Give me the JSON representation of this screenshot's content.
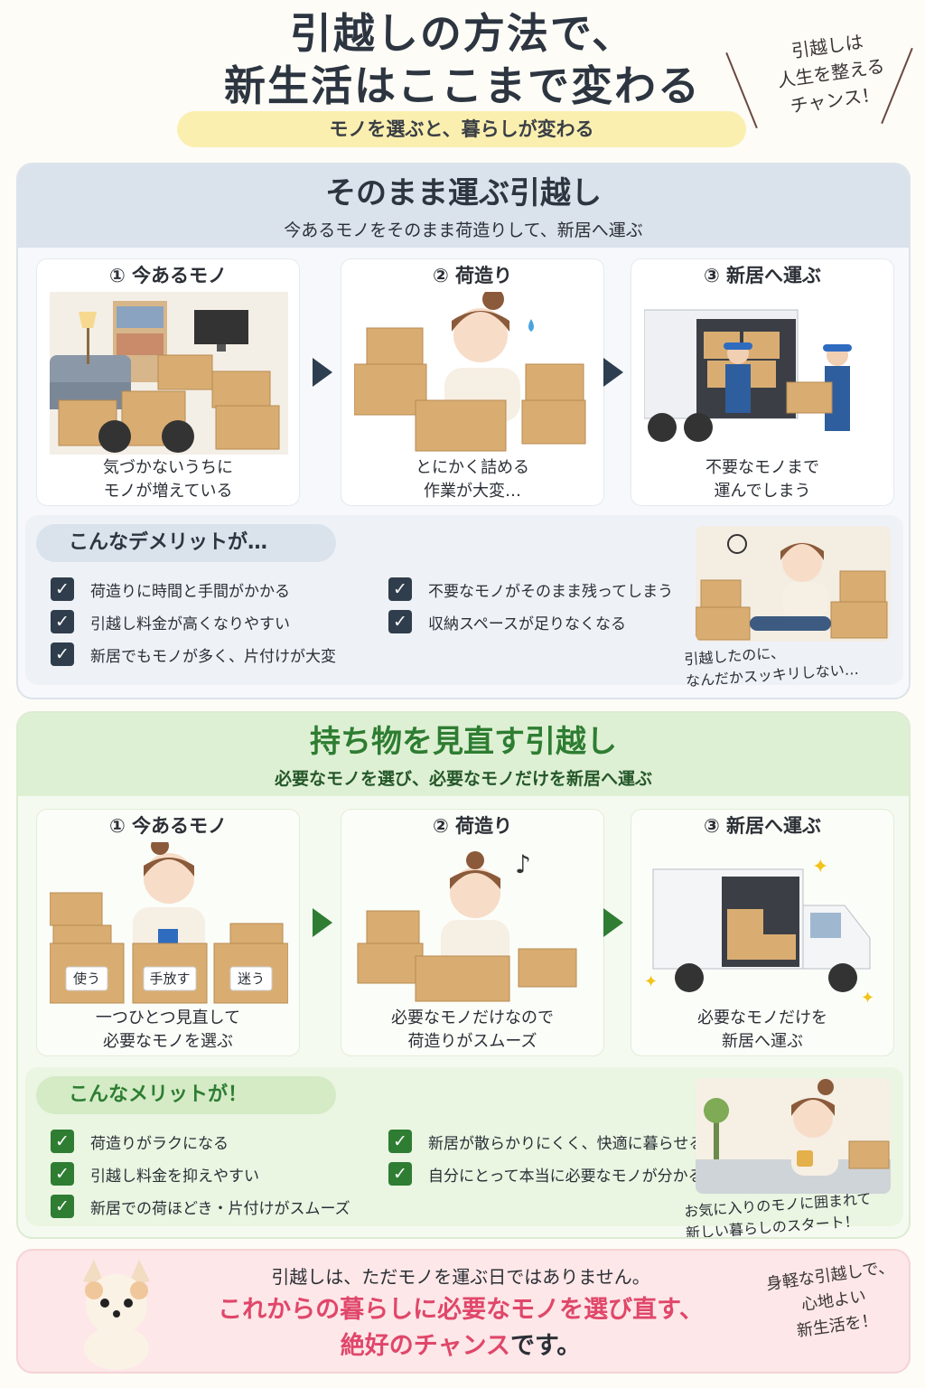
{
  "header": {
    "title_line1": "引越しの方法で、",
    "title_line2": "新生活はここまで変わる",
    "subtitle": "モノを選ぶと、暮らしが変わる",
    "note_line1": "引越しは",
    "note_line2": "人生を整える",
    "note_line3": "チャンス！"
  },
  "section1": {
    "title": "そのまま運ぶ引越し",
    "desc": "今あるモノをそのまま荷造りして、新居へ運ぶ",
    "steps": [
      {
        "title": "① 今あるモノ",
        "caption1": "気づかないうちに",
        "caption2": "モノが増えている"
      },
      {
        "title": "② 荷造り",
        "caption1": "とにかく詰める",
        "caption2": "作業が大変…"
      },
      {
        "title": "③ 新居へ運ぶ",
        "caption1": "不要なモノまで",
        "caption2": "運んでしまう"
      }
    ],
    "panel_label": "こんなデメリットが…",
    "checks_left": [
      "荷造りに時間と手間がかかる",
      "引越し料金が高くなりやすい",
      "新居でもモノが多く、片付けが大変"
    ],
    "checks_right": [
      "不要なモノがそのまま残ってしまう",
      "収納スペースが足りなくなる"
    ],
    "panel_caption1": "引越したのに、",
    "panel_caption2": "なんだかスッキリしない…"
  },
  "section2": {
    "title": "持ち物を見直す引越し",
    "desc": "必要なモノを選び、必要なモノだけを新居へ運ぶ",
    "steps": [
      {
        "title": "① 今あるモノ",
        "caption1": "一つひとつ見直して",
        "caption2": "必要なモノを選ぶ"
      },
      {
        "title": "② 荷造り",
        "caption1": "必要なモノだけなので",
        "caption2": "荷造りがスムーズ"
      },
      {
        "title": "③ 新居へ運ぶ",
        "caption1": "必要なモノだけを",
        "caption2": "新居へ運ぶ"
      }
    ],
    "box_labels": [
      "使う",
      "手放す",
      "迷う"
    ],
    "panel_label": "こんなメリットが！",
    "checks_left": [
      "荷造りがラクになる",
      "引越し料金を抑えやすい",
      "新居での荷ほどき・片付けがスムーズ"
    ],
    "checks_right": [
      "新居が散らかりにくく、快適に暮らせる",
      "自分にとって本当に必要なモノが分かる"
    ],
    "panel_caption1": "お気に入りのモノに囲まれて",
    "panel_caption2": "新しい暮らしのスタート！"
  },
  "bottom": {
    "line1": "引越しは、ただモノを運ぶ日ではありません。",
    "line2": "これからの暮らしに必要なモノを選び直す、",
    "line3_em": "絶好のチャンス",
    "line3_tail": "です。",
    "note_line1": "身軽な引越しで、",
    "note_line2": "心地よい",
    "note_line3": "新生活を！"
  },
  "colors": {
    "accent_blue": "#2f3d4c",
    "accent_green": "#2e7d32",
    "highlight_pink": "#e0476a",
    "subtitle_yellow": "#fbefb0"
  },
  "icons": [
    "check-icon",
    "arrow-right-icon",
    "truck-icon",
    "box-icon",
    "dog-illustration"
  ]
}
